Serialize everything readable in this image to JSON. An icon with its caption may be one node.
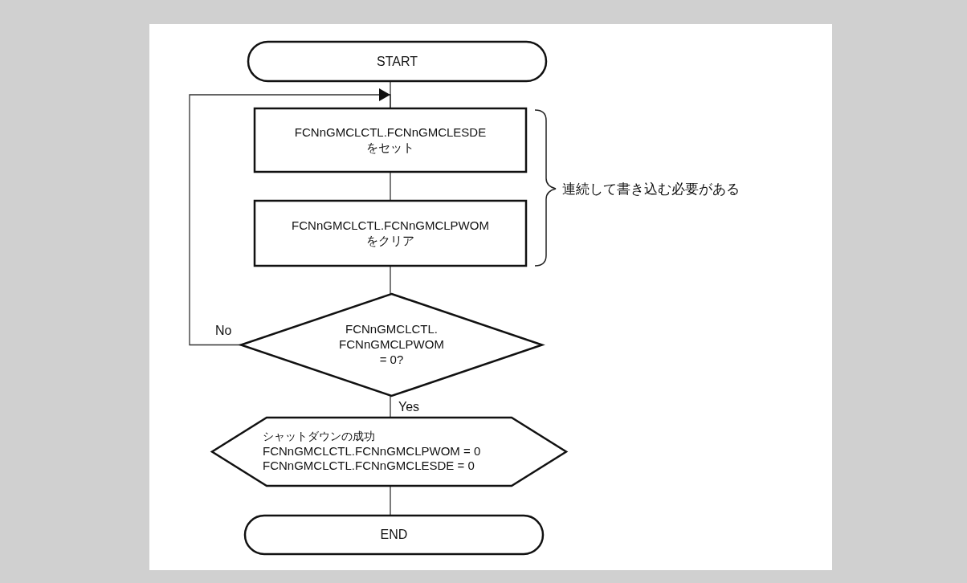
{
  "diagram": {
    "nodes": [
      {
        "text": [
          "START"
        ]
      },
      {
        "text": [
          "FCNnGMCLCTL.FCNnGMCLESDE をセット"
        ]
      },
      {
        "text": [
          "FCNnGMCLCTL.FCNnGMCLPWOM をクリア"
        ]
      },
      {
        "text": [
          "FCNnGMCLCTL. FCNnGMCLPWOM = 0?"
        ]
      },
      {
        "text": [
          "シャットダウンの成功",
          "FCNnGMCLCTL.FCNnGMCLPWOM = 0",
          "FCNnGMCLCTL.FCNnGMCLESDE = 0"
        ]
      },
      {
        "text": [
          "END"
        ]
      }
    ],
    "edges": [
      {
        "from": 0,
        "to": 1,
        "arrow": "none"
      },
      {
        "from": 1,
        "to": 2,
        "arrow": "none"
      },
      {
        "from": 2,
        "to": 3,
        "arrow": "none"
      },
      {
        "from": 3,
        "to": 4,
        "arrow": "none",
        "label": "Yes"
      },
      {
        "from": 4,
        "to": 5,
        "arrow": "none"
      },
      {
        "from": 3,
        "to": 1,
        "arrow": "to",
        "label": "No"
      }
    ],
    "labels": [
      "連続して書き込む必要がある"
    ]
  }
}
